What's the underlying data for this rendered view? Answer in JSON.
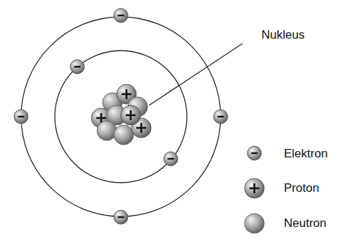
{
  "diagram": {
    "labels": [
      "Nukleus"
    ],
    "legend": [
      {
        "text": "Elektron"
      },
      {
        "text": "Proton"
      },
      {
        "text": "Neutron"
      }
    ]
  }
}
